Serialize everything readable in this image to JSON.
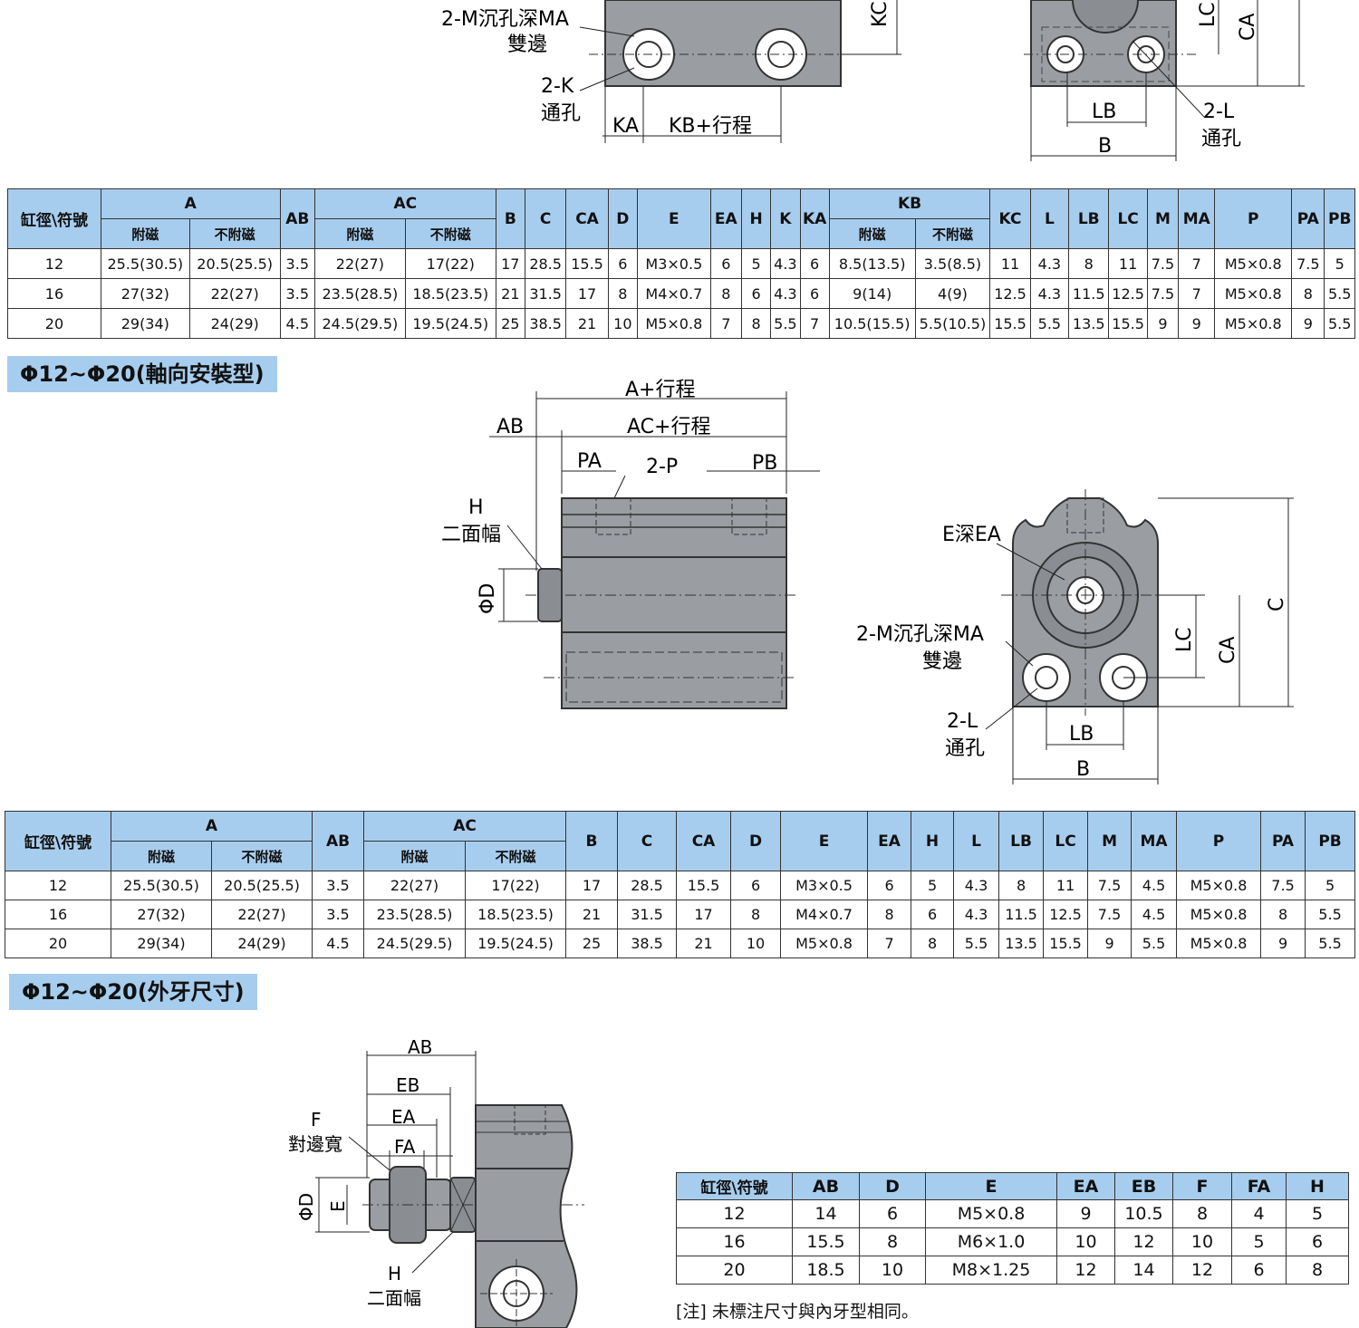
{
  "colors": {
    "header_bg": "#a7cdee",
    "part_fill": "#9a9ea3",
    "part_dark": "#6d7176"
  },
  "top_drawing": {
    "labels": {
      "m_counterbore": "2-M沉孔深MA",
      "both_sides": "雙邊",
      "k_hole": "2-K",
      "through_hole": "通孔",
      "ka": "KA",
      "kb_stroke": "KB+行程",
      "kc": "KC",
      "lc": "LC",
      "ca": "CA",
      "lb": "LB",
      "b": "B",
      "l_hole": "2-L",
      "through_hole_2": "通孔"
    }
  },
  "table1": {
    "h_bore": "缸徑\\符號",
    "h_A": "A",
    "h_AB": "AB",
    "h_AC": "AC",
    "h_B": "B",
    "h_C": "C",
    "h_CA": "CA",
    "h_D": "D",
    "h_E": "E",
    "h_EA": "EA",
    "h_H": "H",
    "h_K": "K",
    "h_KA": "KA",
    "h_KB": "KB",
    "h_KC": "KC",
    "h_L": "L",
    "h_LB": "LB",
    "h_LC": "LC",
    "h_M": "M",
    "h_MA": "MA",
    "h_P": "P",
    "h_PA": "PA",
    "h_PB": "PB",
    "mag": "附磁",
    "nomag": "不附磁",
    "rows": [
      [
        "12",
        "25.5(30.5)",
        "20.5(25.5)",
        "3.5",
        "22(27)",
        "17(22)",
        "17",
        "28.5",
        "15.5",
        "6",
        "M3×0.5",
        "6",
        "5",
        "4.3",
        "6",
        "8.5(13.5)",
        "3.5(8.5)",
        "11",
        "4.3",
        "8",
        "11",
        "7.5",
        "7",
        "M5×0.8",
        "7.5",
        "5"
      ],
      [
        "16",
        "27(32)",
        "22(27)",
        "3.5",
        "23.5(28.5)",
        "18.5(23.5)",
        "21",
        "31.5",
        "17",
        "8",
        "M4×0.7",
        "8",
        "6",
        "4.3",
        "6",
        "9(14)",
        "4(9)",
        "12.5",
        "4.3",
        "11.5",
        "12.5",
        "7.5",
        "7",
        "M5×0.8",
        "8",
        "5.5"
      ],
      [
        "20",
        "29(34)",
        "24(29)",
        "4.5",
        "24.5(29.5)",
        "19.5(24.5)",
        "25",
        "38.5",
        "21",
        "10",
        "M5×0.8",
        "7",
        "8",
        "5.5",
        "7",
        "10.5(15.5)",
        "5.5(10.5)",
        "15.5",
        "5.5",
        "13.5",
        "15.5",
        "9",
        "9",
        "M5×0.8",
        "9",
        "5.5"
      ]
    ]
  },
  "section2": {
    "title": "Φ12~Φ20(軸向安裝型)"
  },
  "mid_drawing": {
    "labels": {
      "a_stroke": "A+行程",
      "ab": "AB",
      "ac_stroke": "AC+行程",
      "pa": "PA",
      "p": "2-P",
      "pb": "PB",
      "h": "H",
      "two_flats": "二面幅",
      "d": "ΦD",
      "e_depth": "E深EA",
      "m_counterbore": "2-M沉孔深MA",
      "both_sides": "雙邊",
      "l_hole": "2-L",
      "through_hole": "通孔",
      "lb": "LB",
      "b": "B",
      "lc": "LC",
      "ca": "CA",
      "c": "C"
    }
  },
  "table2": {
    "h_bore": "缸徑\\符號",
    "h_A": "A",
    "h_AB": "AB",
    "h_AC": "AC",
    "h_B": "B",
    "h_C": "C",
    "h_CA": "CA",
    "h_D": "D",
    "h_E": "E",
    "h_EA": "EA",
    "h_H": "H",
    "h_L": "L",
    "h_LB": "LB",
    "h_LC": "LC",
    "h_M": "M",
    "h_MA": "MA",
    "h_P": "P",
    "h_PA": "PA",
    "h_PB": "PB",
    "mag": "附磁",
    "nomag": "不附磁",
    "rows": [
      [
        "12",
        "25.5(30.5)",
        "20.5(25.5)",
        "3.5",
        "22(27)",
        "17(22)",
        "17",
        "28.5",
        "15.5",
        "6",
        "M3×0.5",
        "6",
        "5",
        "4.3",
        "8",
        "11",
        "7.5",
        "4.5",
        "M5×0.8",
        "7.5",
        "5"
      ],
      [
        "16",
        "27(32)",
        "22(27)",
        "3.5",
        "23.5(28.5)",
        "18.5(23.5)",
        "21",
        "31.5",
        "17",
        "8",
        "M4×0.7",
        "8",
        "6",
        "4.3",
        "11.5",
        "12.5",
        "7.5",
        "4.5",
        "M5×0.8",
        "8",
        "5.5"
      ],
      [
        "20",
        "29(34)",
        "24(29)",
        "4.5",
        "24.5(29.5)",
        "19.5(24.5)",
        "25",
        "38.5",
        "21",
        "10",
        "M5×0.8",
        "7",
        "8",
        "5.5",
        "13.5",
        "15.5",
        "9",
        "5.5",
        "M5×0.8",
        "9",
        "5.5"
      ]
    ]
  },
  "section3": {
    "title": "Φ12~Φ20(外牙尺寸)"
  },
  "bottom_drawing": {
    "labels": {
      "ab": "AB",
      "eb": "EB",
      "ea": "EA",
      "fa": "FA",
      "f": "F",
      "flat_width": "對邊寬",
      "d": "ΦD",
      "e": "E",
      "h": "H",
      "two_flats": "二面幅"
    }
  },
  "table3": {
    "headers": [
      "缸徑\\符號",
      "AB",
      "D",
      "E",
      "EA",
      "EB",
      "F",
      "FA",
      "H"
    ],
    "rows": [
      [
        "12",
        "14",
        "6",
        "M5×0.8",
        "9",
        "10.5",
        "8",
        "4",
        "5"
      ],
      [
        "16",
        "15.5",
        "8",
        "M6×1.0",
        "10",
        "12",
        "10",
        "5",
        "6"
      ],
      [
        "20",
        "18.5",
        "10",
        "M8×1.25",
        "12",
        "14",
        "12",
        "6",
        "8"
      ]
    ]
  },
  "note": "[注] 未標注尺寸與內牙型相同。"
}
